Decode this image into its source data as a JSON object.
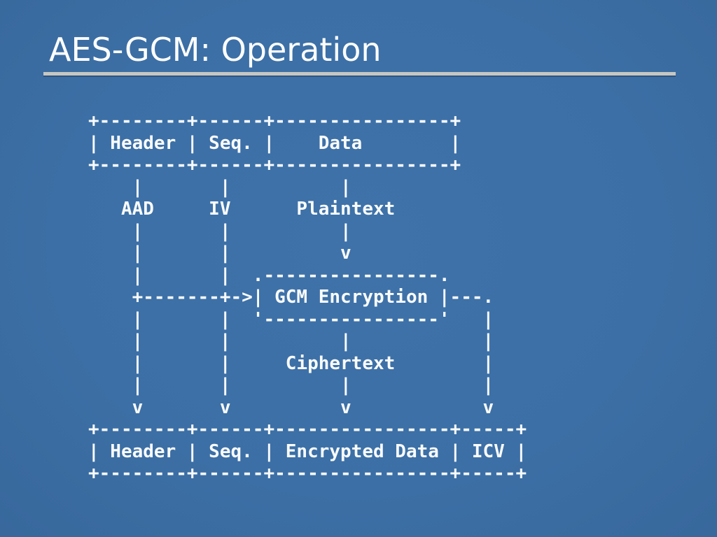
{
  "slide": {
    "title": "AES-GCM: Operation",
    "background_color": "#3c6fa5",
    "title_color": "#ffffff",
    "rule_color": "#c7c7c2",
    "diagram_color": "#f9fbfd"
  },
  "diagram": {
    "text": "+--------+------+----------------+\n| Header | Seq. |    Data        |\n+--------+------+----------------+\n    |       |          |\n   AAD     IV      Plaintext\n    |       |          |\n    |       |          v\n    |       |  .----------------.\n    +-------+->| GCM Encryption |---.\n    |       |  '----------------'   |\n    |       |          |            |\n    |       |     Ciphertext        |\n    |       |          |            |\n    v       v          v            v\n+--------+------+----------------+-----+\n| Header | Seq. | Encrypted Data | ICV |\n+--------+------+----------------+-----+",
    "packet_before": {
      "fields": [
        "Header",
        "Seq.",
        "Data"
      ]
    },
    "inputs": [
      "AAD",
      "IV",
      "Plaintext"
    ],
    "process": "GCM Encryption",
    "output": "Ciphertext",
    "packet_after": {
      "fields": [
        "Header",
        "Seq.",
        "Encrypted Data",
        "ICV"
      ]
    }
  }
}
